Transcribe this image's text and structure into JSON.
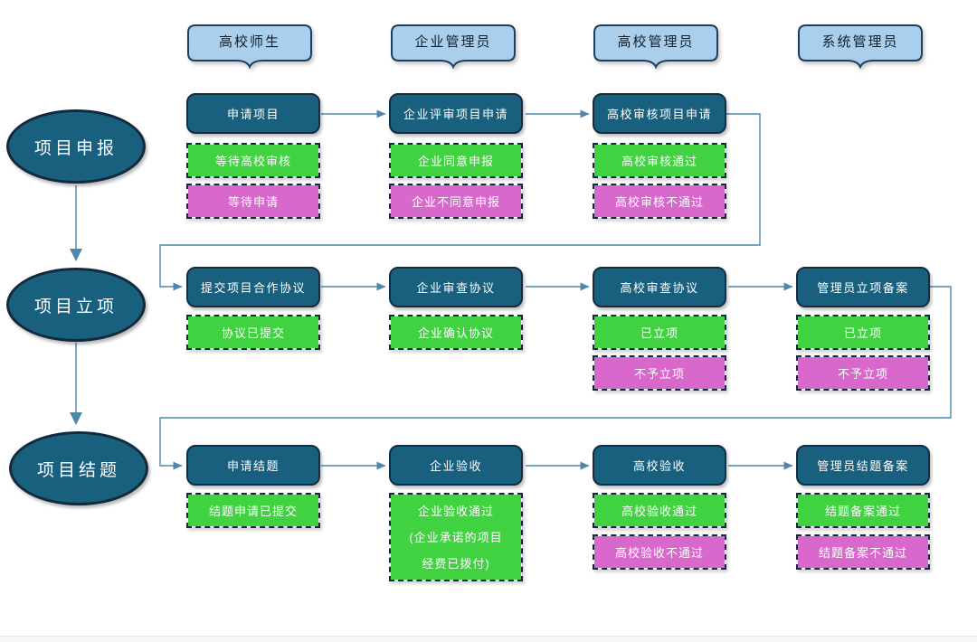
{
  "colors": {
    "node_fill": "#19607f",
    "node_border": "#142c44",
    "status_pass_green": "#41d241",
    "status_fail_pink": "#d968cd",
    "header_fill": "#aacfec",
    "header_border": "#1d3e5e",
    "connector": "#4f87ab",
    "dashed_border": "#152742"
  },
  "headers": [
    {
      "label": "高校师生"
    },
    {
      "label": "企业管理员"
    },
    {
      "label": "高校管理员"
    },
    {
      "label": "系统管理员"
    }
  ],
  "phases": [
    {
      "label": "项目申报",
      "steps": [
        {
          "title": "申请项目",
          "green": "等待高校审核",
          "pink": "等待申请"
        },
        {
          "title": "企业评审项目申请",
          "green": "企业同意申报",
          "pink": "企业不同意申报"
        },
        {
          "title": "高校审核项目申请",
          "green": "高校审核通过",
          "pink": "高校审核不通过"
        }
      ]
    },
    {
      "label": "项目立项",
      "steps": [
        {
          "title": "提交项目合作协议",
          "green": "协议已提交"
        },
        {
          "title": "企业审查协议",
          "green": "企业确认协议"
        },
        {
          "title": "高校审查协议",
          "green": "已立项",
          "pink": "不予立项"
        },
        {
          "title": "管理员立项备案",
          "green": "已立项",
          "pink": "不予立项"
        }
      ]
    },
    {
      "label": "项目结题",
      "steps": [
        {
          "title": "申请结题",
          "green": "结题申请已提交"
        },
        {
          "title": "企业验收",
          "green_lines": [
            "企业验收通过",
            "(企业承诺的项目",
            "经费已拨付)"
          ]
        },
        {
          "title": "高校验收",
          "green": "高校验收通过",
          "pink": "高校验收不通过"
        },
        {
          "title": "管理员结题备案",
          "green": "结题备案通过",
          "pink": "结题备案不通过"
        }
      ]
    }
  ]
}
